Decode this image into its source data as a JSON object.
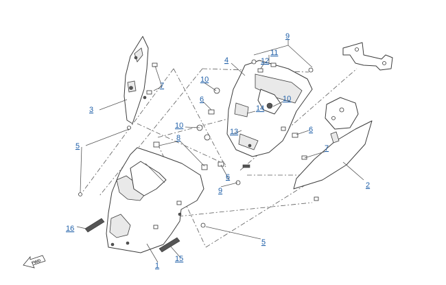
{
  "callouts": [
    {
      "key": "c9a",
      "label": "9"
    },
    {
      "key": "c11",
      "label": "11"
    },
    {
      "key": "c12",
      "label": "12"
    },
    {
      "key": "c4",
      "label": "4"
    },
    {
      "key": "c10a",
      "label": "10"
    },
    {
      "key": "c10b",
      "label": "10"
    },
    {
      "key": "c10c",
      "label": "10"
    },
    {
      "key": "c7a",
      "label": "7"
    },
    {
      "key": "c7b",
      "label": "7"
    },
    {
      "key": "c6a",
      "label": "6"
    },
    {
      "key": "c6b",
      "label": "6"
    },
    {
      "key": "c6c",
      "label": "6"
    },
    {
      "key": "c14",
      "label": "14"
    },
    {
      "key": "c13",
      "label": "13"
    },
    {
      "key": "c3",
      "label": "3"
    },
    {
      "key": "c8",
      "label": "8"
    },
    {
      "key": "c5a",
      "label": "5"
    },
    {
      "key": "c5b",
      "label": "5"
    },
    {
      "key": "c9b",
      "label": "9"
    },
    {
      "key": "c2",
      "label": "2"
    },
    {
      "key": "c16",
      "label": "16"
    },
    {
      "key": "c1",
      "label": "1"
    },
    {
      "key": "c15",
      "label": "15"
    }
  ],
  "direction_mark": {
    "label": "FWD",
    "icon": "forward-arrow-icon"
  },
  "colors": {
    "callout": "#1f5fa8",
    "line": "#3a3a3a",
    "background": "#ffffff"
  }
}
